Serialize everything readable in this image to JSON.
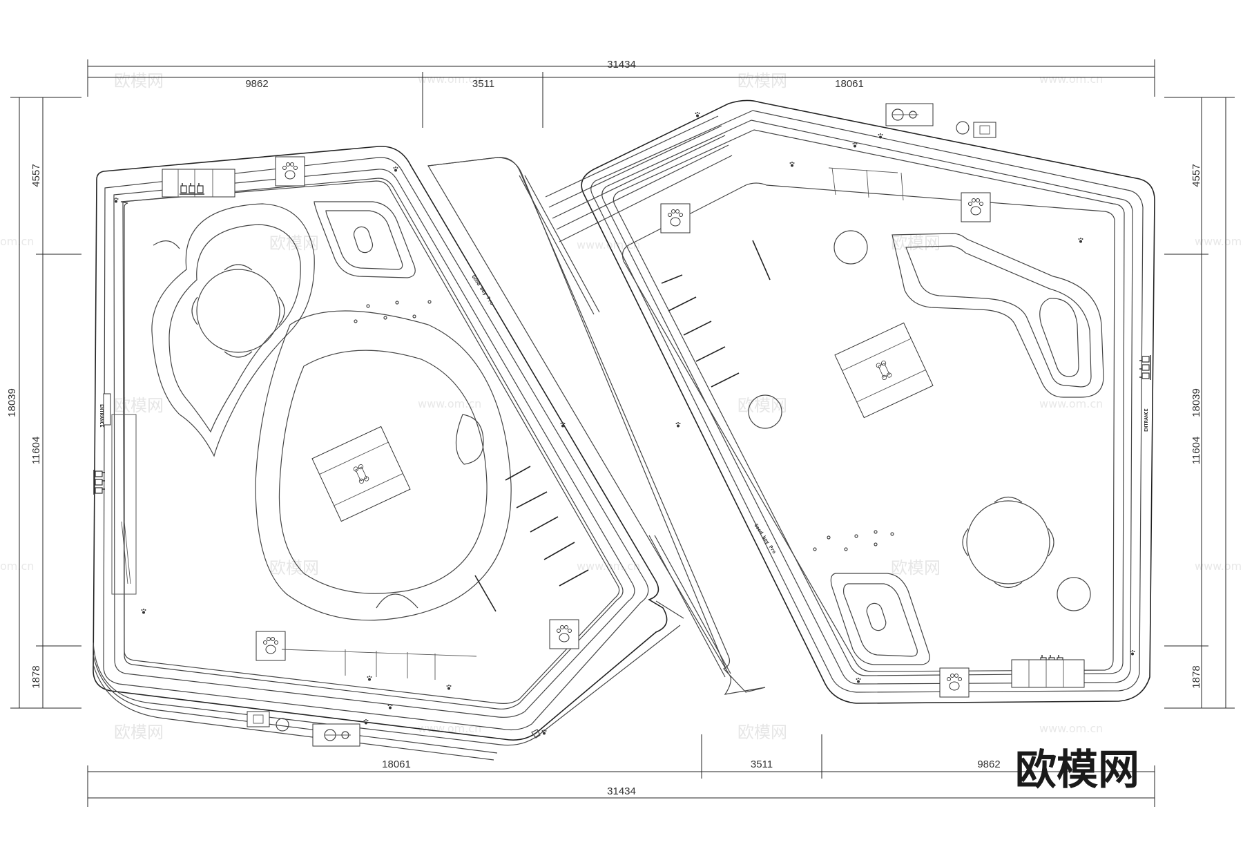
{
  "dimensions": {
    "top_total": "31434",
    "top_left": "9862",
    "top_middle": "3511",
    "top_right": "18061",
    "bottom_left": "18061",
    "bottom_middle": "3511",
    "bottom_right": "9862",
    "bottom_total": "31434",
    "left_total": "18039",
    "left_upper": "4557",
    "left_middle": "11604",
    "left_lower": "1878",
    "right_total": "18039",
    "right_upper": "4557",
    "right_middle": "11604",
    "right_lower": "1878"
  },
  "labels": {
    "good_boy_left": "Good boy Pro",
    "good_boy_right": "Good boy Pro",
    "entrance_left": "ENTRANCE",
    "entrance_right": "ENTRANCE"
  },
  "watermark": {
    "brand": "欧模网",
    "url": "www.om.cn",
    "url_short": "om.cn"
  },
  "logo": "欧模网",
  "icons": [
    "paw-icon",
    "bone-icon",
    "bench-icon",
    "fountain-icon",
    "sign-icon"
  ]
}
